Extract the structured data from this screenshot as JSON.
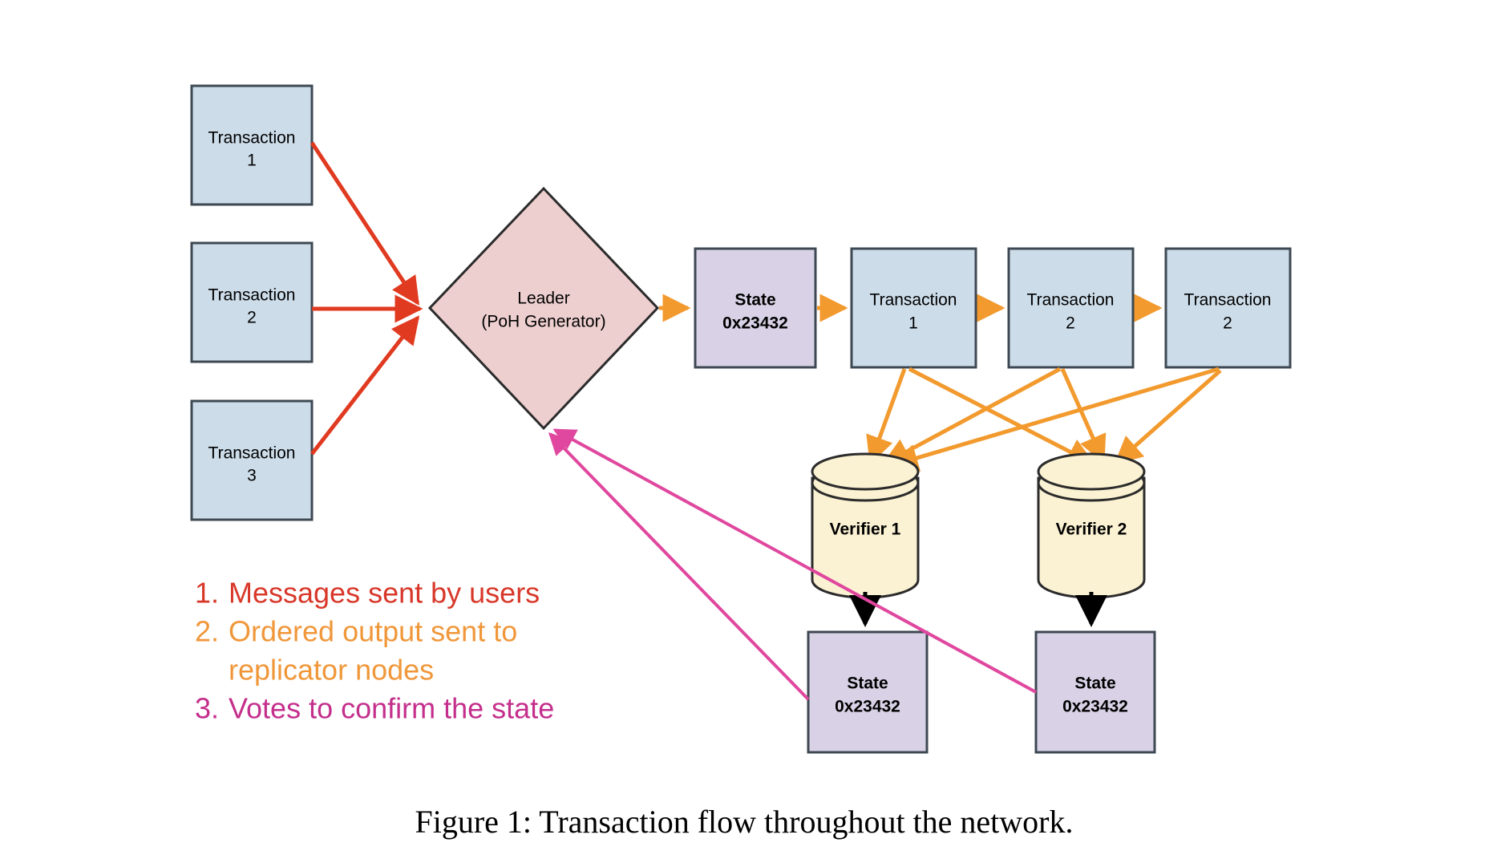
{
  "figure": {
    "caption": "Figure 1:  Transaction flow throughout the network.",
    "title": "Transaction flow throughout the network."
  },
  "colors": {
    "tx_fill": "#ccdce9",
    "tx_stroke": "#3d4852",
    "leader_fill": "#eecfcf",
    "leader_stroke": "#2b2b2b",
    "state_fill": "#d9d2e6",
    "state_stroke": "#3d4852",
    "verifier_fill": "#fbf2d3",
    "verifier_stroke": "#2b2b2b",
    "arrow_red": "#e03a20",
    "arrow_orange": "#f29a2e",
    "arrow_pink": "#e0479e",
    "arrow_black": "#000000",
    "legend_red": "#d8382a",
    "legend_orange": "#f0973a",
    "legend_magenta": "#c42f8c"
  },
  "inputs": {
    "nodes": [
      {
        "id": "tx-in-1",
        "line1": "Transaction",
        "line2": "1"
      },
      {
        "id": "tx-in-2",
        "line1": "Transaction",
        "line2": "2"
      },
      {
        "id": "tx-in-3",
        "line1": "Transaction",
        "line2": "3"
      }
    ]
  },
  "leader": {
    "line1": "Leader",
    "line2": "(PoH Generator)"
  },
  "ledger": {
    "nodes": [
      {
        "id": "state-head",
        "type": "state",
        "line1": "State",
        "line2": "0x23432"
      },
      {
        "id": "tx-out-1",
        "type": "transaction",
        "line1": "Transaction",
        "line2": "1"
      },
      {
        "id": "tx-out-2",
        "type": "transaction",
        "line1": "Transaction",
        "line2": "2"
      },
      {
        "id": "tx-out-3",
        "type": "transaction",
        "line1": "Transaction",
        "line2": "2"
      }
    ]
  },
  "verifiers": [
    {
      "id": "verifier-1",
      "label": "Verifier 1"
    },
    {
      "id": "verifier-2",
      "label": "Verifier 2"
    }
  ],
  "verifier_states": [
    {
      "id": "verifier-1-state",
      "line1": "State",
      "line2": "0x23432"
    },
    {
      "id": "verifier-2-state",
      "line1": "State",
      "line2": "0x23432"
    }
  ],
  "legend": {
    "items": [
      {
        "num": "1.",
        "text": "Messages sent by users",
        "color": "#d8382a"
      },
      {
        "num": "2.",
        "text": "Ordered output sent to",
        "text2": "replicator nodes",
        "color": "#f0973a"
      },
      {
        "num": "3.",
        "text": "Votes to confirm the state",
        "color": "#c42f8c"
      }
    ]
  }
}
